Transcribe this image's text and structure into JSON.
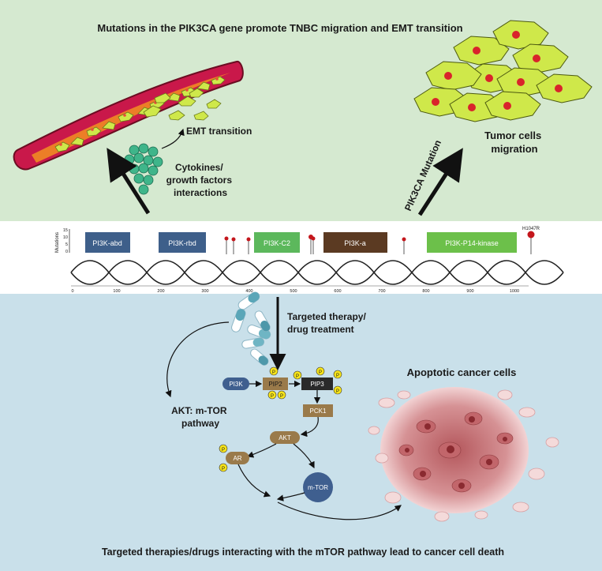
{
  "top_panel": {
    "title": "Mutations in the PIK3CA gene promote TNBC migration and EMT transition",
    "emt_label": "EMT transition",
    "cytokines_label": [
      "Cytokines/",
      "growth factors",
      "interactions"
    ],
    "mutation_arrow_label": "PIK3CA Mutation",
    "tumor_label": [
      "Tumor cells",
      "migration"
    ]
  },
  "gene_map": {
    "y_axis_label": "Mutations",
    "y_ticks": [
      "15",
      "10",
      "5",
      "0"
    ],
    "domains": [
      {
        "name": "PI3K-abd",
        "color": "#3e5f8a"
      },
      {
        "name": "PI3K-rbd",
        "color": "#3e5f8a"
      },
      {
        "name": "PI3K-C2",
        "color": "#5cb85c"
      },
      {
        "name": "PI3K-a",
        "color": "#5b3a22"
      },
      {
        "name": "PI3K-P14-kinase",
        "color": "#6cc04a"
      }
    ],
    "hotspot_label": "H1047R",
    "x_ticks": [
      "0",
      "100",
      "200",
      "300",
      "400",
      "500",
      "600",
      "700",
      "800",
      "900",
      "1000"
    ]
  },
  "bottom_panel": {
    "therapy_label": [
      "Targeted therapy/",
      "drug treatment"
    ],
    "akt_label": [
      "AKT: m-TOR",
      "pathway"
    ],
    "apoptotic_label": "Apoptotic cancer cells",
    "nodes": {
      "pi3k": "PI3K",
      "pip2": "PIP2",
      "pip3": "PIP3",
      "pck1": "PCK1",
      "akt": "AKT",
      "ar": "AR",
      "mtor": "m-TOR",
      "phospho": "P"
    },
    "caption": "Targeted therapies/drugs interacting with the mTOR pathway lead to cancer cell death"
  },
  "colors": {
    "top_bg": "#d5e9d0",
    "bottom_bg": "#c9e0ea",
    "node_brown": "#9a7a4a",
    "node_blue": "#3f5f8f",
    "phospho_yellow": "#f7e41a",
    "cell_green": "#cfe84a",
    "nucleus_red": "#d9242b"
  }
}
